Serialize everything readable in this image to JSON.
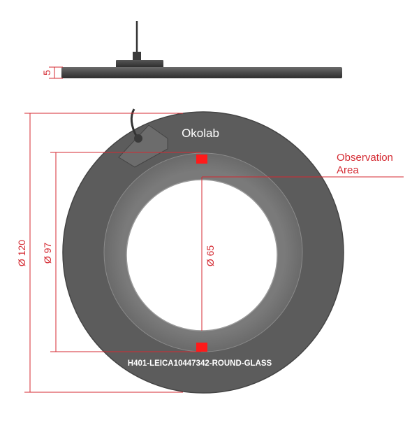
{
  "brand": "Okolab",
  "model": "H401-LEICA10447342-ROUND-GLASS",
  "annotation": {
    "line1": "Observation",
    "line2": "Area"
  },
  "dimensions": {
    "thickness": "5",
    "outer_diameter": "Ø 120",
    "middle_diameter": "Ø 97",
    "window_diameter": "Ø 65"
  },
  "colors": {
    "dimension_red": "#d42a32",
    "marker_red": "#ff1a1a",
    "body_dark": "#5c5c5c",
    "ring_mid": "#737373",
    "glass": "#ffffff"
  }
}
